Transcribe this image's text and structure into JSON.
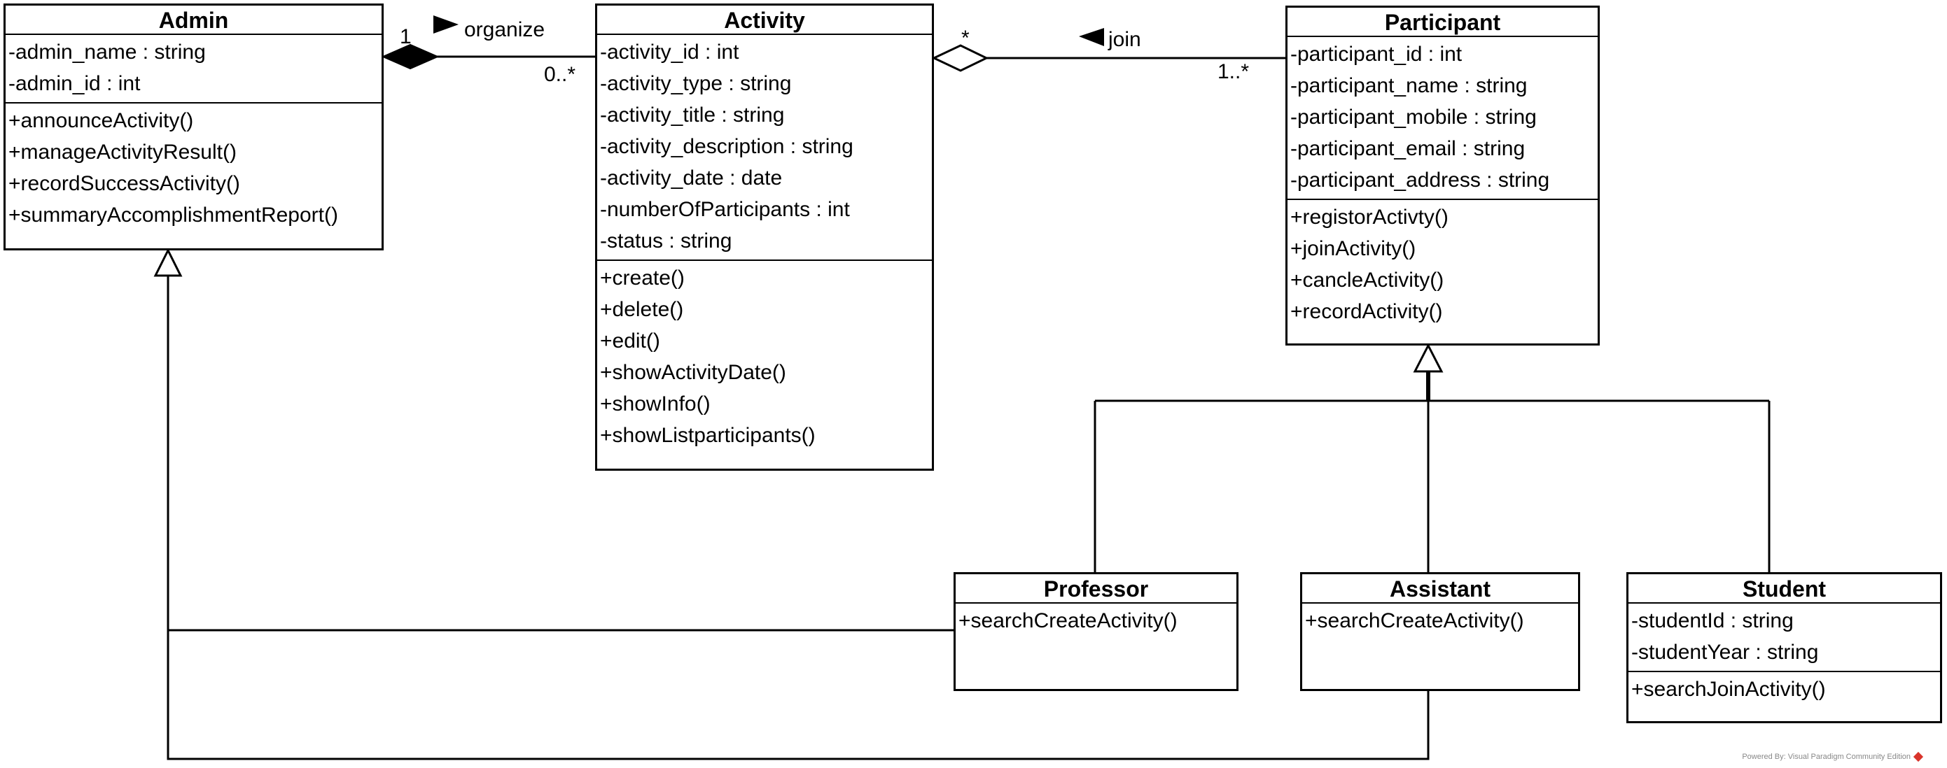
{
  "classes": {
    "admin": {
      "name": "Admin",
      "attributes": [
        "-admin_name : string",
        "-admin_id : int"
      ],
      "operations": [
        "+announceActivity()",
        "+manageActivityResult()",
        "+recordSuccessActivity()",
        "+summaryAccomplishmentReport()"
      ]
    },
    "activity": {
      "name": "Activity",
      "attributes": [
        "-activity_id : int",
        "-activity_type : string",
        "-activity_title : string",
        "-activity_description : string",
        "-activity_date : date",
        "-numberOfParticipants : int",
        "-status : string"
      ],
      "operations": [
        "+create()",
        "+delete()",
        "+edit()",
        "+showActivityDate()",
        "+showInfo()",
        "+showListparticipants()"
      ]
    },
    "participant": {
      "name": "Participant",
      "attributes": [
        "-participant_id : int",
        "-participant_name : string",
        "-participant_mobile : string",
        "-participant_email : string",
        "-participant_address : string"
      ],
      "operations": [
        "+registorActivty()",
        "+joinActivity()",
        "+cancleActivity()",
        "+recordActivity()"
      ]
    },
    "professor": {
      "name": "Professor",
      "attributes": [],
      "operations": [
        "+searchCreateActivity()"
      ]
    },
    "assistant": {
      "name": "Assistant",
      "attributes": [],
      "operations": [
        "+searchCreateActivity()"
      ]
    },
    "student": {
      "name": "Student",
      "attributes": [
        "-studentId : string",
        "-studentYear : string"
      ],
      "operations": [
        "+searchJoinActivity()"
      ]
    }
  },
  "associations": {
    "organize": {
      "name": "organize",
      "direction_glyph": "▶",
      "source_multiplicity": "1",
      "target_multiplicity": "0..*"
    },
    "join": {
      "name": "join",
      "direction_glyph": "◀",
      "source_multiplicity": "*",
      "target_multiplicity": "1..*"
    }
  },
  "footer": {
    "text": "Powered By: Visual Paradigm Community Edition"
  }
}
